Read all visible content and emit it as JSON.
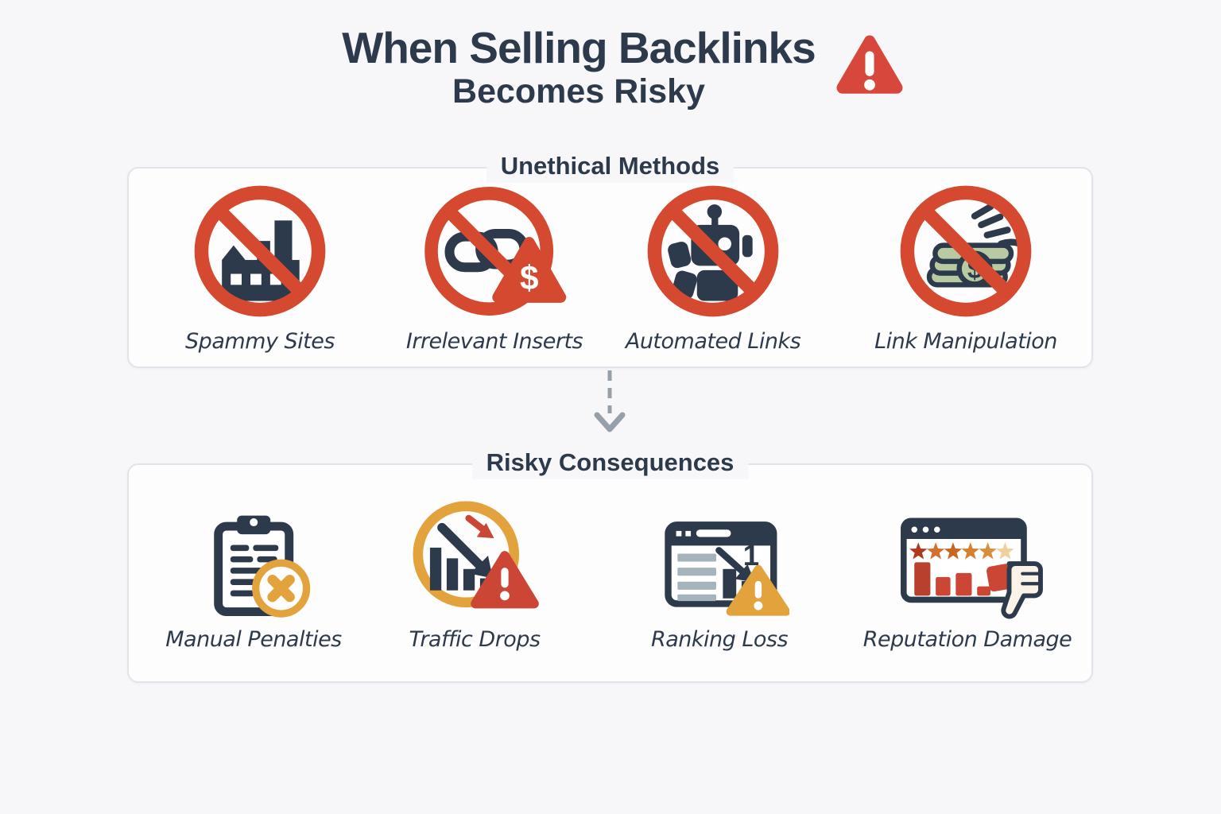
{
  "theme": {
    "bg": "#f7f7f9",
    "card": "#fdfdfe",
    "border": "#e3e4e9",
    "navy": "#2d3a4b",
    "red": "#d4492f",
    "red2": "#cc4636",
    "amber": "#e2a23c",
    "green": "#b9caa3",
    "bluegray": "#a5b4bc",
    "arrow-gray": "#97a0a8",
    "star1": "#b13a1c",
    "star2": "#d0712f",
    "star3": "#c9651f",
    "star4": "#d3812f",
    "star5": "#d88f3c",
    "star6": "#f0cf9b"
  },
  "title": {
    "line1": "When Selling Backlinks",
    "line2": "Becomes Risky",
    "warning_icon": "warning-triangle-icon"
  },
  "connector": {
    "type": "dashed-arrow-down"
  },
  "sections": [
    {
      "label": "Unethical Methods",
      "items": [
        {
          "label": "Spammy Sites",
          "icon": "banned-factory-icon"
        },
        {
          "label": "Irrelevant Inserts",
          "icon": "banned-paid-link-icon"
        },
        {
          "label": "Automated Links",
          "icon": "banned-robot-icon"
        },
        {
          "label": "Link Manipulation",
          "icon": "banned-money-hand-icon"
        }
      ]
    },
    {
      "label": "Risky Consequences",
      "items": [
        {
          "label": "Manual Penalties",
          "icon": "clipboard-x-icon"
        },
        {
          "label": "Traffic Drops",
          "icon": "declining-chart-warning-icon"
        },
        {
          "label": "Ranking Loss",
          "icon": "serp-drop-warning-icon"
        },
        {
          "label": "Reputation Damage",
          "icon": "bad-reviews-thumbs-down-icon"
        }
      ]
    }
  ]
}
